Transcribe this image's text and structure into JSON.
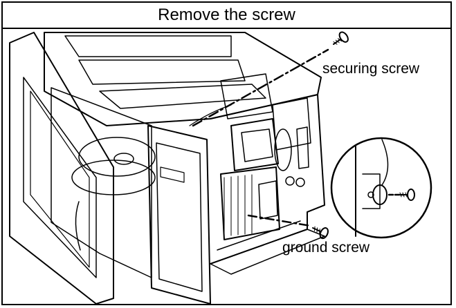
{
  "title": "Remove the screw",
  "labels": {
    "securing_screw": "securing screw",
    "ground_screw": "ground screw"
  },
  "icons": [
    "screw-icon"
  ],
  "colors": {
    "line": "#000000",
    "background": "#ffffff"
  }
}
